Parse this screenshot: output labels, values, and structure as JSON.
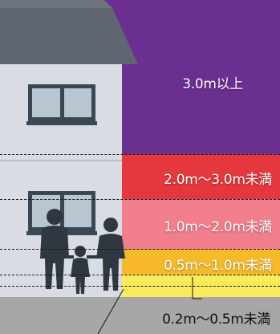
{
  "legend": {
    "bands": [
      {
        "label": "3.0m以上",
        "color": "#6a2f8f"
      },
      {
        "label": "2.0m～3.0m未満",
        "color": "#e4373e"
      },
      {
        "label": "1.0m～2.0m未満",
        "color": "#f07e8d"
      },
      {
        "label": "0.5m～1.0m未満",
        "color": "#f5b92b"
      },
      {
        "label": "0.2m～0.5m未満",
        "color": "#fbe95e"
      }
    ]
  },
  "colors": {
    "wall": "#d9dde3",
    "roof": "#5f6670",
    "window_frame": "#3a4754",
    "window_glass": "#b8c6d2",
    "ground": "#a7a7a7",
    "people": "#2f3740"
  }
}
